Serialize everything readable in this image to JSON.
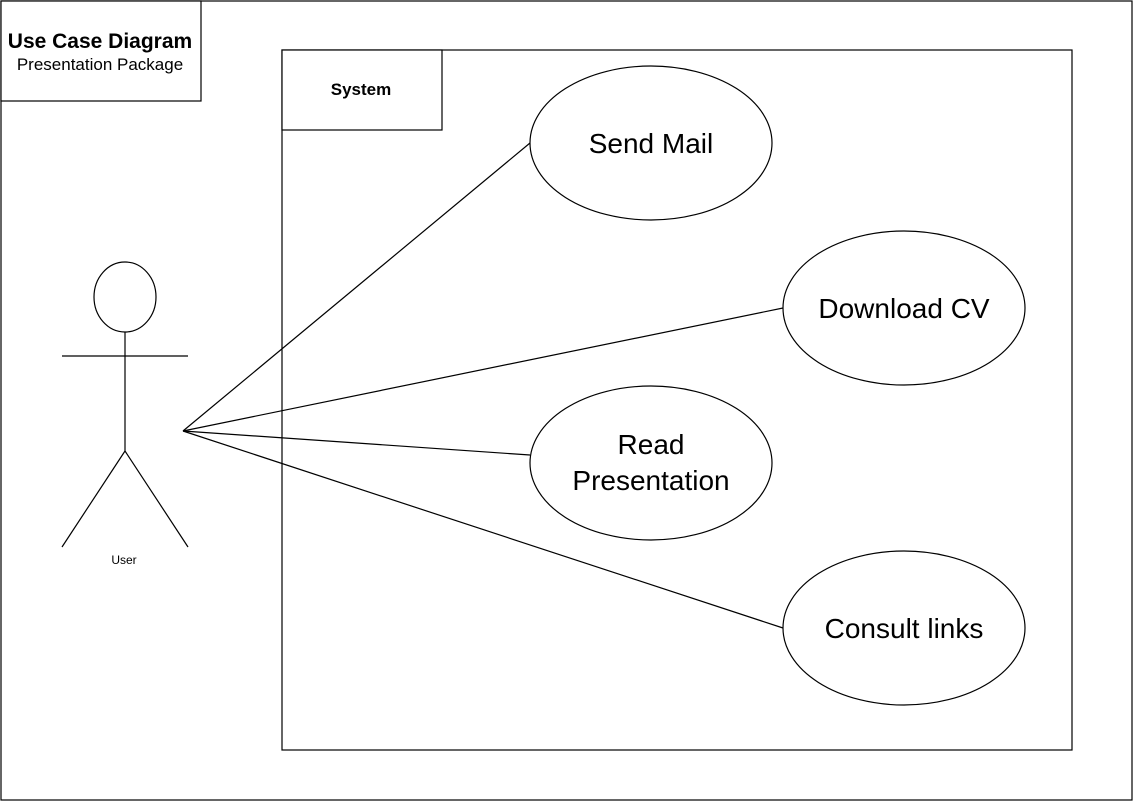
{
  "title_box": {
    "title": "Use Case Diagram",
    "subtitle": "Presentation Package"
  },
  "system": {
    "label": "System"
  },
  "actor": {
    "label": "User"
  },
  "use_cases": [
    {
      "lines": [
        "Send Mail"
      ]
    },
    {
      "lines": [
        "Download CV"
      ]
    },
    {
      "lines": [
        "Read",
        "Presentation"
      ]
    },
    {
      "lines": [
        "Consult links"
      ]
    }
  ]
}
